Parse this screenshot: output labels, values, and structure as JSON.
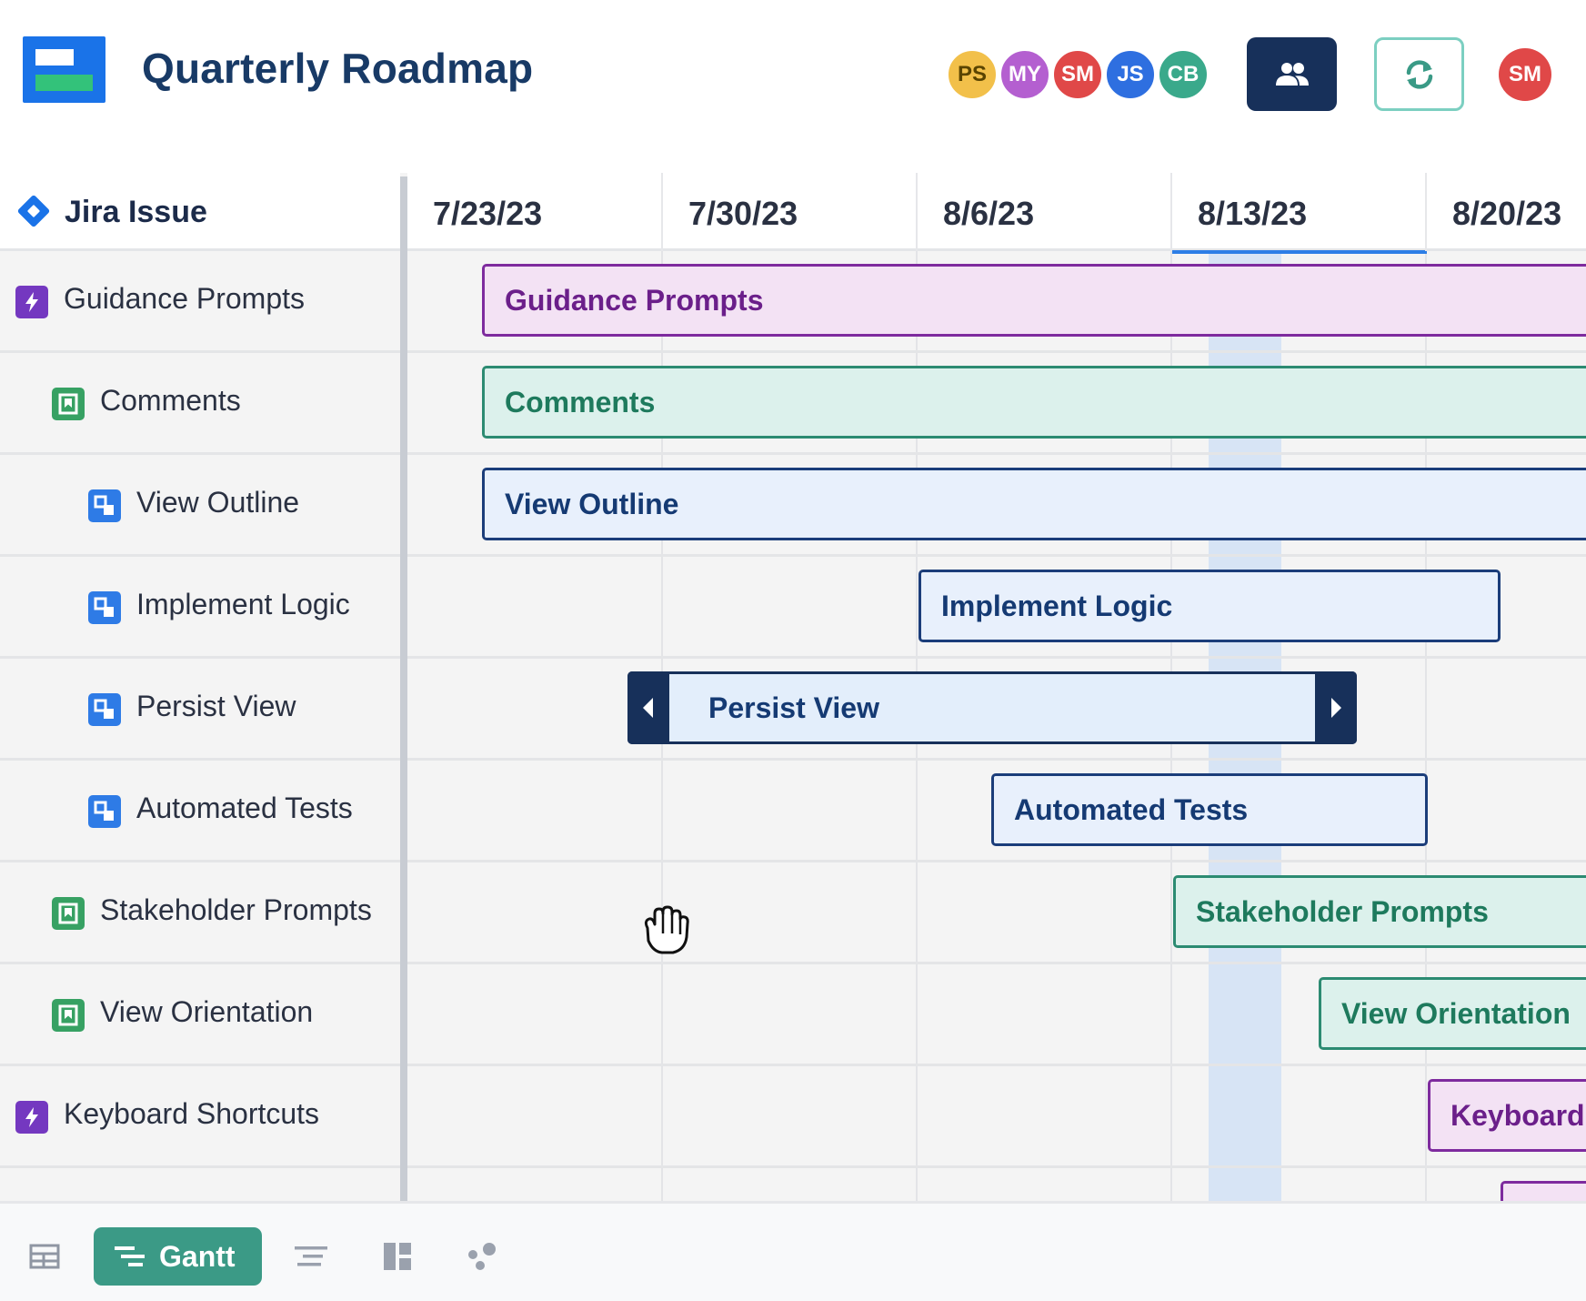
{
  "header": {
    "title": "Quarterly Roadmap",
    "avatars": [
      {
        "initials": "PS",
        "color": "#f2c04a"
      },
      {
        "initials": "MY",
        "color": "#b45fd0"
      },
      {
        "initials": "SM",
        "color": "#e04848"
      },
      {
        "initials": "JS",
        "color": "#2e6fe0"
      },
      {
        "initials": "CB",
        "color": "#3aa98b"
      }
    ],
    "share_icon": "users-icon",
    "sync_icon": "refresh-icon",
    "current_user": {
      "initials": "SM",
      "color": "#e04848"
    }
  },
  "issues_column": {
    "header": "Jira Issue",
    "rows": [
      {
        "label": "Guidance Prompts",
        "type": "epic",
        "level": 0
      },
      {
        "label": "Comments",
        "type": "story",
        "level": 1
      },
      {
        "label": "View Outline",
        "type": "subtask",
        "level": 2
      },
      {
        "label": "Implement Logic",
        "type": "subtask",
        "level": 2
      },
      {
        "label": "Persist View",
        "type": "subtask",
        "level": 2
      },
      {
        "label": "Automated Tests",
        "type": "subtask",
        "level": 2
      },
      {
        "label": "Stakeholder Prompts",
        "type": "story",
        "level": 1
      },
      {
        "label": "View Orientation",
        "type": "story",
        "level": 1
      },
      {
        "label": "Keyboard Shortcuts",
        "type": "epic",
        "level": 0
      }
    ]
  },
  "timeline": {
    "dates": [
      "7/23/23",
      "7/30/23",
      "8/6/23",
      "8/13/23",
      "8/20/23"
    ],
    "today_week": "8/13/23",
    "bars": [
      {
        "label": "Guidance Prompts",
        "type": "epic"
      },
      {
        "label": "Comments",
        "type": "story"
      },
      {
        "label": "View Outline",
        "type": "task"
      },
      {
        "label": "Implement Logic",
        "type": "task"
      },
      {
        "label": "Persist View",
        "type": "task",
        "selected": true
      },
      {
        "label": "Automated Tests",
        "type": "task"
      },
      {
        "label": "Stakeholder Prompts",
        "type": "story"
      },
      {
        "label": "View Orientation",
        "type": "story"
      },
      {
        "label": "Keyboard Shortcuts",
        "type": "epic"
      }
    ]
  },
  "toolbar": {
    "views": [
      "table-icon",
      "gantt-icon",
      "list-icon",
      "board-icon",
      "graph-icon"
    ],
    "active_view_label": "Gantt"
  },
  "colors": {
    "epic": "#7e2b9e",
    "story": "#2c8b72",
    "task": "#1b3d7a",
    "accent": "#1a73e8",
    "active_view": "#3b9a86"
  }
}
